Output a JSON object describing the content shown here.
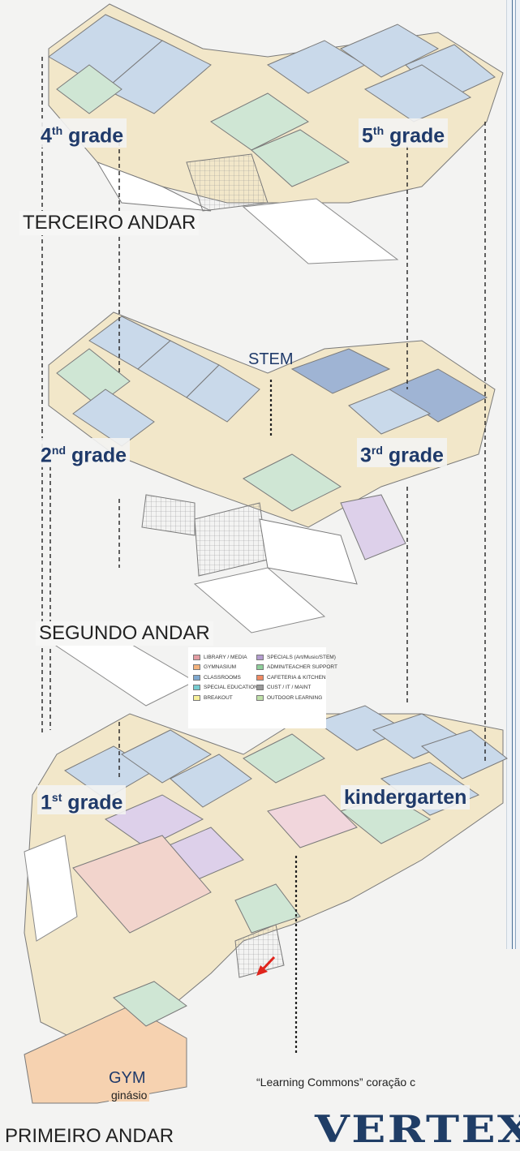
{
  "labels": {
    "grade4": {
      "num": "4",
      "sup": "th",
      "word": " grade"
    },
    "grade5": {
      "num": "5",
      "sup": "th",
      "word": " grade"
    },
    "grade2": {
      "num": "2",
      "sup": "nd",
      "word": " grade"
    },
    "grade3": {
      "num": "3",
      "sup": "rd",
      "word": " grade"
    },
    "grade1": {
      "num": "1",
      "sup": "st",
      "word": " grade"
    },
    "kindergarten": "kindergarten",
    "stem": "STEM",
    "gym": "GYM",
    "gym_sub": "ginásio",
    "commons": "“Learning Commons” coração c"
  },
  "floors": {
    "third": "TERCEIRO ANDAR",
    "second": "SEGUNDO ANDAR",
    "first": "PRIMEIRO ANDAR"
  },
  "legend": [
    {
      "label": "LIBRARY / MEDIA",
      "color": "#e39ca2"
    },
    {
      "label": "GYMNASIUM",
      "color": "#f3b27c"
    },
    {
      "label": "CLASSROOMS",
      "color": "#7fa8cf"
    },
    {
      "label": "SPECIAL EDUCATION",
      "color": "#77ccd0"
    },
    {
      "label": "BREAKOUT",
      "color": "#f7f09a"
    },
    {
      "label": "SPECIALS (Art/Music/STEM)",
      "color": "#b39ccf"
    },
    {
      "label": "ADMIN/TEACHER SUPPORT",
      "color": "#8fcf9a"
    },
    {
      "label": "CAFETERIA & KITCHEN",
      "color": "#f08a62"
    },
    {
      "label": "CUST / IT / MAINT",
      "color": "#9a9a9a"
    },
    {
      "label": "OUTDOOR LEARNING",
      "color": "#bfe0a8"
    }
  ],
  "logo": "VERTEX",
  "colors": {
    "corridor": "#f2e7c9",
    "classroom": "#c9d9ea",
    "admin": "#cfe6d4",
    "specials": "#ddd0ea",
    "gym": "#f6d2b0",
    "cafeteria": "#f2d4cc",
    "library": "#f1d6dc",
    "label_blue": "#1f3a6a"
  }
}
